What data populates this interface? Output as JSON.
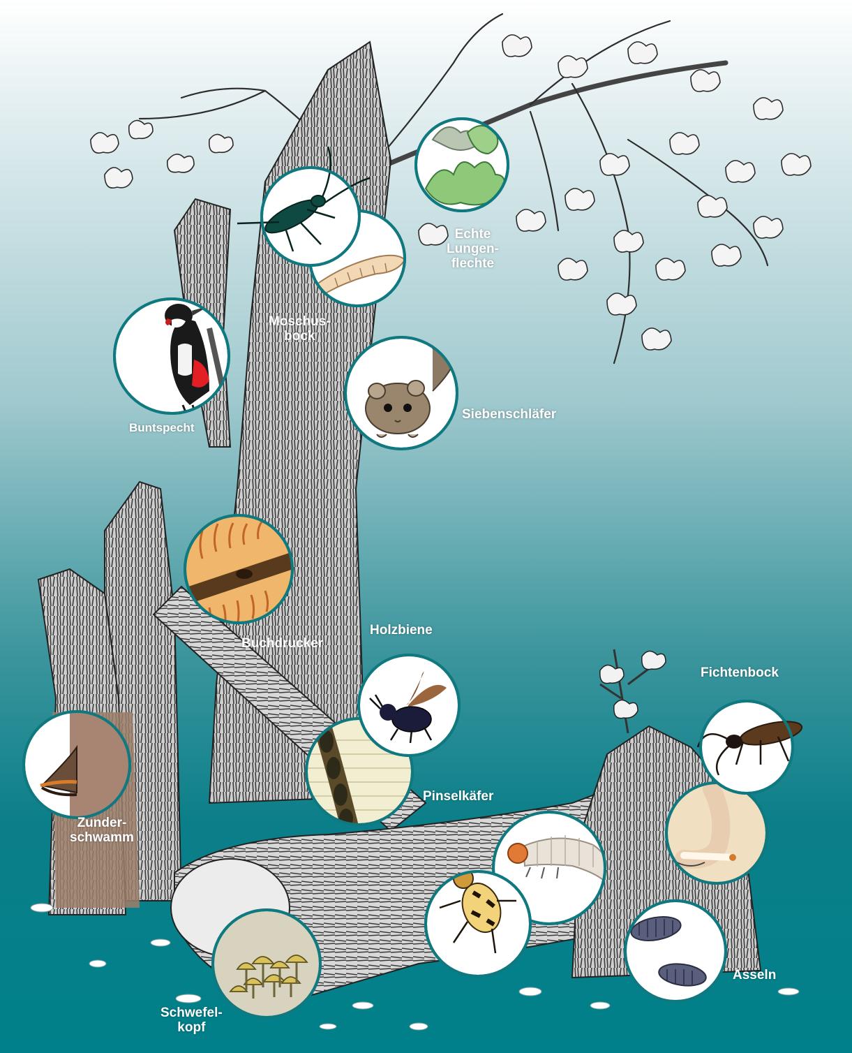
{
  "colors": {
    "background_top": "#ffffff",
    "background_bottom": "#00808a",
    "medallion_ring": "#10797f",
    "label_text": "#ffffff"
  },
  "labels": {
    "lungenflechte": "Echte\nLungen-\nflechte",
    "moschusbock": "Moschus-\nbock",
    "buntspecht": "Buntspecht",
    "siebenschlaefer": "Siebenschläfer",
    "buchdrucker": "Buchdrucker",
    "holzbiene": "Holzbiene",
    "fichtenbock": "Fichtenbock",
    "pinselkaefer": "Pinselkäfer",
    "zunderschwamm": "Zunder-\nschwamm",
    "schwefelkopf": "Schwefel-\nkopf",
    "asseln": "Asseln"
  },
  "medallions": [
    {
      "key": "lungenflechte",
      "subject": "lichen-icon"
    },
    {
      "key": "moschusbock",
      "subject": "longhorn-beetle-icon"
    },
    {
      "key": "moschusbock_larva",
      "subject": "larva-icon"
    },
    {
      "key": "buntspecht",
      "subject": "woodpecker-icon"
    },
    {
      "key": "siebenschlaefer",
      "subject": "dormouse-icon"
    },
    {
      "key": "buchdrucker",
      "subject": "bark-beetle-galleries-icon"
    },
    {
      "key": "holzbiene",
      "subject": "carpenter-bee-icon"
    },
    {
      "key": "holzbiene_nest",
      "subject": "bee-nest-cells-icon"
    },
    {
      "key": "fichtenbock",
      "subject": "longhorn-beetle-icon"
    },
    {
      "key": "fichtenbock_larva",
      "subject": "larva-in-wood-icon"
    },
    {
      "key": "pinselkaefer_larva",
      "subject": "grub-icon"
    },
    {
      "key": "pinselkaefer",
      "subject": "brush-beetle-icon"
    },
    {
      "key": "zunderschwamm",
      "subject": "tinder-fungus-icon"
    },
    {
      "key": "schwefelkopf",
      "subject": "mushroom-cluster-icon"
    },
    {
      "key": "asseln",
      "subject": "woodlouse-icon"
    }
  ]
}
